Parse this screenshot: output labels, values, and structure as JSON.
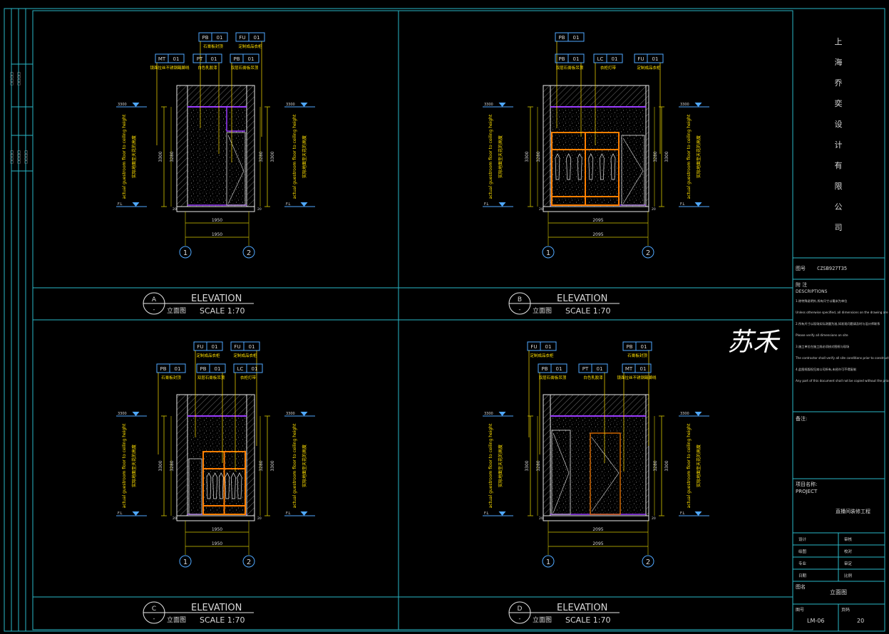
{
  "company": "上海乔奕设计有限公司",
  "watermark": "苏禾",
  "colors": {
    "frame": "#2ab7c8",
    "wall": "#e8e8e8",
    "dim": "#d6c800",
    "leader": "#ffe000",
    "furniture": "#ff7f00",
    "ceiling": "#9b3cff",
    "tag": "#4fa8ff",
    "text": "#d8d8d8"
  },
  "title_block": {
    "drawing_code_label": "图号",
    "drawing_code_value": "CZSB927T35",
    "notes_title": "附 注",
    "notes_subtitle": "DESCRIPTIONS",
    "notes": [
      "1.除特殊说明外,所有尺寸以毫米为单位",
      "Unless otherwise specified, all dimensions on the drawing are in mm",
      "2.所有尺寸以现场实际测量为准,如发现问题请及时与设计师联系",
      "Please verify all dimensions on site",
      "3.施工单位在施工前必须核对图纸与现场",
      "The contractor shall verify all site conditions prior to construction",
      "4.此图纸版权归本公司所有,未经许可不得复制",
      "Any part of this document shall not be copied without the prior written consent"
    ],
    "remarks_label": "备注:",
    "project_label": "项目名称:",
    "project_label_en": "PROJECT",
    "project_name": "直播间装修工程",
    "sig_rows": [
      [
        "设计",
        "审核"
      ],
      [
        "绘图",
        "校对"
      ],
      [
        "专业",
        "审定"
      ],
      [
        "日期",
        "比例"
      ]
    ],
    "sheet_name_label": "图名",
    "sheet_name_value": "立面图",
    "sheet_no_label": "图号",
    "sheet_no_value": "LM-06",
    "page_label": "页码",
    "page_value": "20"
  },
  "elevations": [
    {
      "id": "A",
      "caption_letter": "A",
      "caption_title": "ELEVATION",
      "caption_sub": "立面图",
      "caption_scale": "SCALE 1:70",
      "width_dim": "1950",
      "height_dim": "3300",
      "inner_dim": "3280",
      "floor_dim": "20",
      "level_top": "3300",
      "level_bottom": "F.L",
      "vertical_note_cn": "实际地面至天花的高度",
      "vertical_note_en": "actual guestroom floor to ceiling height",
      "axis_left": "1",
      "axis_right": "2",
      "tags": [
        {
          "code": "PB",
          "num": "01",
          "label": "石膏板封顶"
        },
        {
          "code": "FU",
          "num": "01",
          "label": "定制成品衣柜"
        },
        {
          "code": "MT",
          "num": "01",
          "label": "镜面拉丝不锈钢踢脚线"
        },
        {
          "code": "PT",
          "num": "01",
          "label": "白色乳胶漆"
        },
        {
          "code": "PB",
          "num": "01",
          "label": "双层石膏板吊顶"
        }
      ]
    },
    {
      "id": "B",
      "caption_letter": "B",
      "caption_title": "ELEVATION",
      "caption_sub": "立面图",
      "caption_scale": "SCALE 1:70",
      "width_dim": "2095",
      "height_dim": "3300",
      "inner_dim": "3280",
      "floor_dim": "20",
      "level_top": "3300",
      "level_bottom": "F.L",
      "vertical_note_cn": "实际地面至天花的高度",
      "vertical_note_en": "actual guestroom floor to ceiling height",
      "axis_left": "1",
      "axis_right": "2",
      "tags": [
        {
          "code": "PB",
          "num": "01",
          "label": ""
        },
        {
          "code": "PB",
          "num": "01",
          "label": "双层石膏板吊顶"
        },
        {
          "code": "LC",
          "num": "01",
          "label": "衣柜灯带"
        },
        {
          "code": "FU",
          "num": "01",
          "label": "定制成品衣柜"
        }
      ]
    },
    {
      "id": "C",
      "caption_letter": "C",
      "caption_title": "ELEVATION",
      "caption_sub": "立面图",
      "caption_scale": "SCALE 1:70",
      "width_dim": "1950",
      "height_dim": "3300",
      "inner_dim": "3280",
      "floor_dim": "20",
      "level_top": "3300",
      "level_bottom": "F.L",
      "vertical_note_cn": "实际地面至天花的高度",
      "vertical_note_en": "actual guestroom floor to ceiling height",
      "axis_left": "1",
      "axis_right": "2",
      "tags": [
        {
          "code": "FU",
          "num": "01",
          "label": "定制成品衣柜"
        },
        {
          "code": "FU",
          "num": "01",
          "label": "定制成品衣柜"
        },
        {
          "code": "PB",
          "num": "01",
          "label": "石膏板封顶"
        },
        {
          "code": "PB",
          "num": "01",
          "label": "双层石膏板吊顶"
        },
        {
          "code": "LC",
          "num": "01",
          "label": "衣柜灯带"
        }
      ]
    },
    {
      "id": "D",
      "caption_letter": "D",
      "caption_title": "ELEVATION",
      "caption_sub": "立面图",
      "caption_scale": "SCALE 1:70",
      "width_dim": "2095",
      "height_dim": "3300",
      "inner_dim": "3280",
      "floor_dim": "20",
      "level_top": "3300",
      "level_bottom": "F.L",
      "vertical_note_cn": "实际地面至天花的高度",
      "vertical_note_en": "actual guestroom floor to ceiling height",
      "axis_left": "1",
      "axis_right": "2",
      "tags": [
        {
          "code": "FU",
          "num": "01",
          "label": "定制成品衣柜"
        },
        {
          "code": "PB",
          "num": "01",
          "label": "石膏板封顶"
        },
        {
          "code": "PB",
          "num": "01",
          "label": "双层石膏板吊顶"
        },
        {
          "code": "PT",
          "num": "01",
          "label": "白色乳胶漆"
        },
        {
          "code": "MT",
          "num": "01",
          "label": "镜面拉丝不锈钢踢脚线"
        }
      ]
    }
  ]
}
